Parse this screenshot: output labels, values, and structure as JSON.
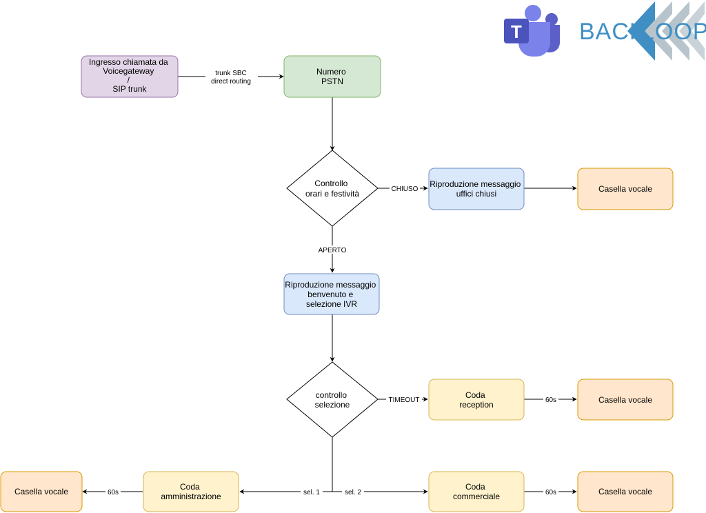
{
  "logo": {
    "teams_letter": "T",
    "brand_part1": "BACK",
    "brand_part2": "LOOP"
  },
  "nodes": {
    "ingresso": {
      "lines": [
        "Ingresso chiamata da",
        "Voicegateway",
        "/",
        "SIP trunk"
      ],
      "fill": "#e1d5e7",
      "stroke": "#9673a6"
    },
    "numero": {
      "lines": [
        "Numero",
        "PSTN"
      ],
      "fill": "#d5e8d4",
      "stroke": "#82b366"
    },
    "controllo_orari": {
      "lines": [
        "Controllo",
        "orari e  festività"
      ],
      "fill": "#ffffff",
      "stroke": "#000000"
    },
    "msg_chiusi": {
      "lines": [
        "Riproduzione messaggio",
        "uffici chiusi"
      ],
      "fill": "#dae8fc",
      "stroke": "#6c8ebf"
    },
    "casella_1": {
      "lines": [
        "Casella vocale"
      ],
      "fill": "#ffe6cc",
      "stroke": "#d79b00"
    },
    "msg_benvenuto": {
      "lines": [
        "Riproduzione messaggio",
        "benvenuto e",
        "selezione IVR"
      ],
      "fill": "#dae8fc",
      "stroke": "#6c8ebf"
    },
    "controllo_sel": {
      "lines": [
        "controllo",
        "selezione"
      ],
      "fill": "#ffffff",
      "stroke": "#000000"
    },
    "coda_reception": {
      "lines": [
        "Coda",
        "reception"
      ],
      "fill": "#fff2cc",
      "stroke": "#d6b656"
    },
    "casella_2": {
      "lines": [
        "Casella vocale"
      ],
      "fill": "#ffe6cc",
      "stroke": "#d79b00"
    },
    "coda_amm": {
      "lines": [
        "Coda",
        "amministrazione"
      ],
      "fill": "#fff2cc",
      "stroke": "#d6b656"
    },
    "casella_3": {
      "lines": [
        "Casella vocale"
      ],
      "fill": "#ffe6cc",
      "stroke": "#d79b00"
    },
    "coda_comm": {
      "lines": [
        "Coda",
        "commerciale"
      ],
      "fill": "#fff2cc",
      "stroke": "#d6b656"
    },
    "casella_4": {
      "lines": [
        "Casella vocale"
      ],
      "fill": "#ffe6cc",
      "stroke": "#d79b00"
    }
  },
  "edges": {
    "trunk": [
      "trunk SBC",
      "direct routing"
    ],
    "chiuso": "CHIUSO",
    "aperto": "APERTO",
    "timeout": "TIMEOUT",
    "t60_reception": "60s",
    "sel1": "sel. 1",
    "sel2": "sel. 2",
    "t60_amm": "60s",
    "t60_comm": "60s"
  },
  "colors": {
    "teams_purple": "#5b5fc7",
    "teams_light": "#7b83eb",
    "brand_blue": "#3f8fc4",
    "brand_gray": "#b8c4cc"
  }
}
